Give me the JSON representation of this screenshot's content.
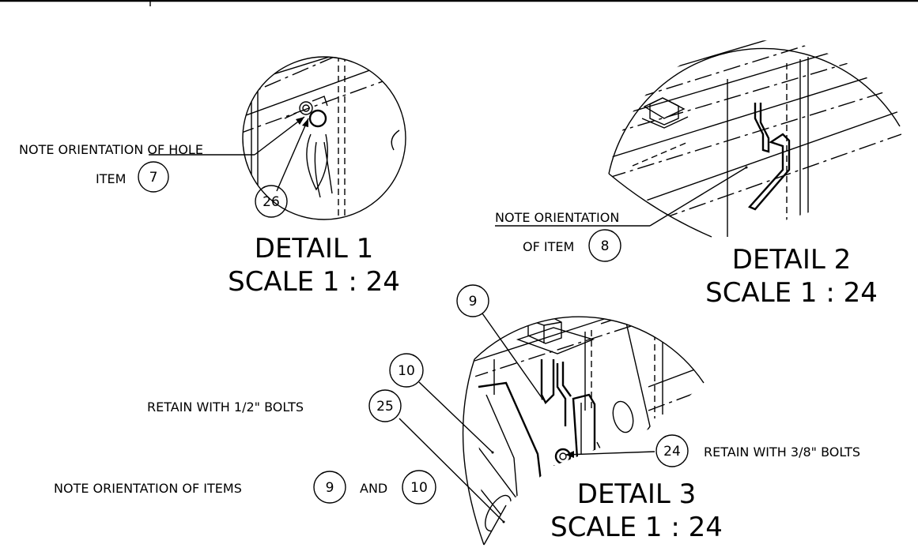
{
  "details": [
    {
      "title": "DETAIL 1",
      "scale": "SCALE 1 : 24"
    },
    {
      "title": "DETAIL 2",
      "scale": "SCALE 1 : 24"
    },
    {
      "title": "DETAIL 3",
      "scale": "SCALE 1 : 24"
    }
  ],
  "notes": {
    "hole_orientation": "NOTE ORIENTATION OF HOLE",
    "item_prefix": "ITEM",
    "orientation_line1": "NOTE ORIENTATION",
    "orientation_line2": "OF ITEM",
    "retain_half": "RETAIN WITH 1/2\" BOLTS",
    "retain_three_eighths": "RETAIN WITH 3/8\" BOLTS",
    "orientation_items": "NOTE ORIENTATION OF ITEMS",
    "and": "AND"
  },
  "balloons": {
    "b7": "7",
    "b26": "26",
    "b8": "8",
    "b9_top": "9",
    "b10_top": "10",
    "b25": "25",
    "b24": "24",
    "b9_note": "9",
    "b10_note": "10"
  }
}
